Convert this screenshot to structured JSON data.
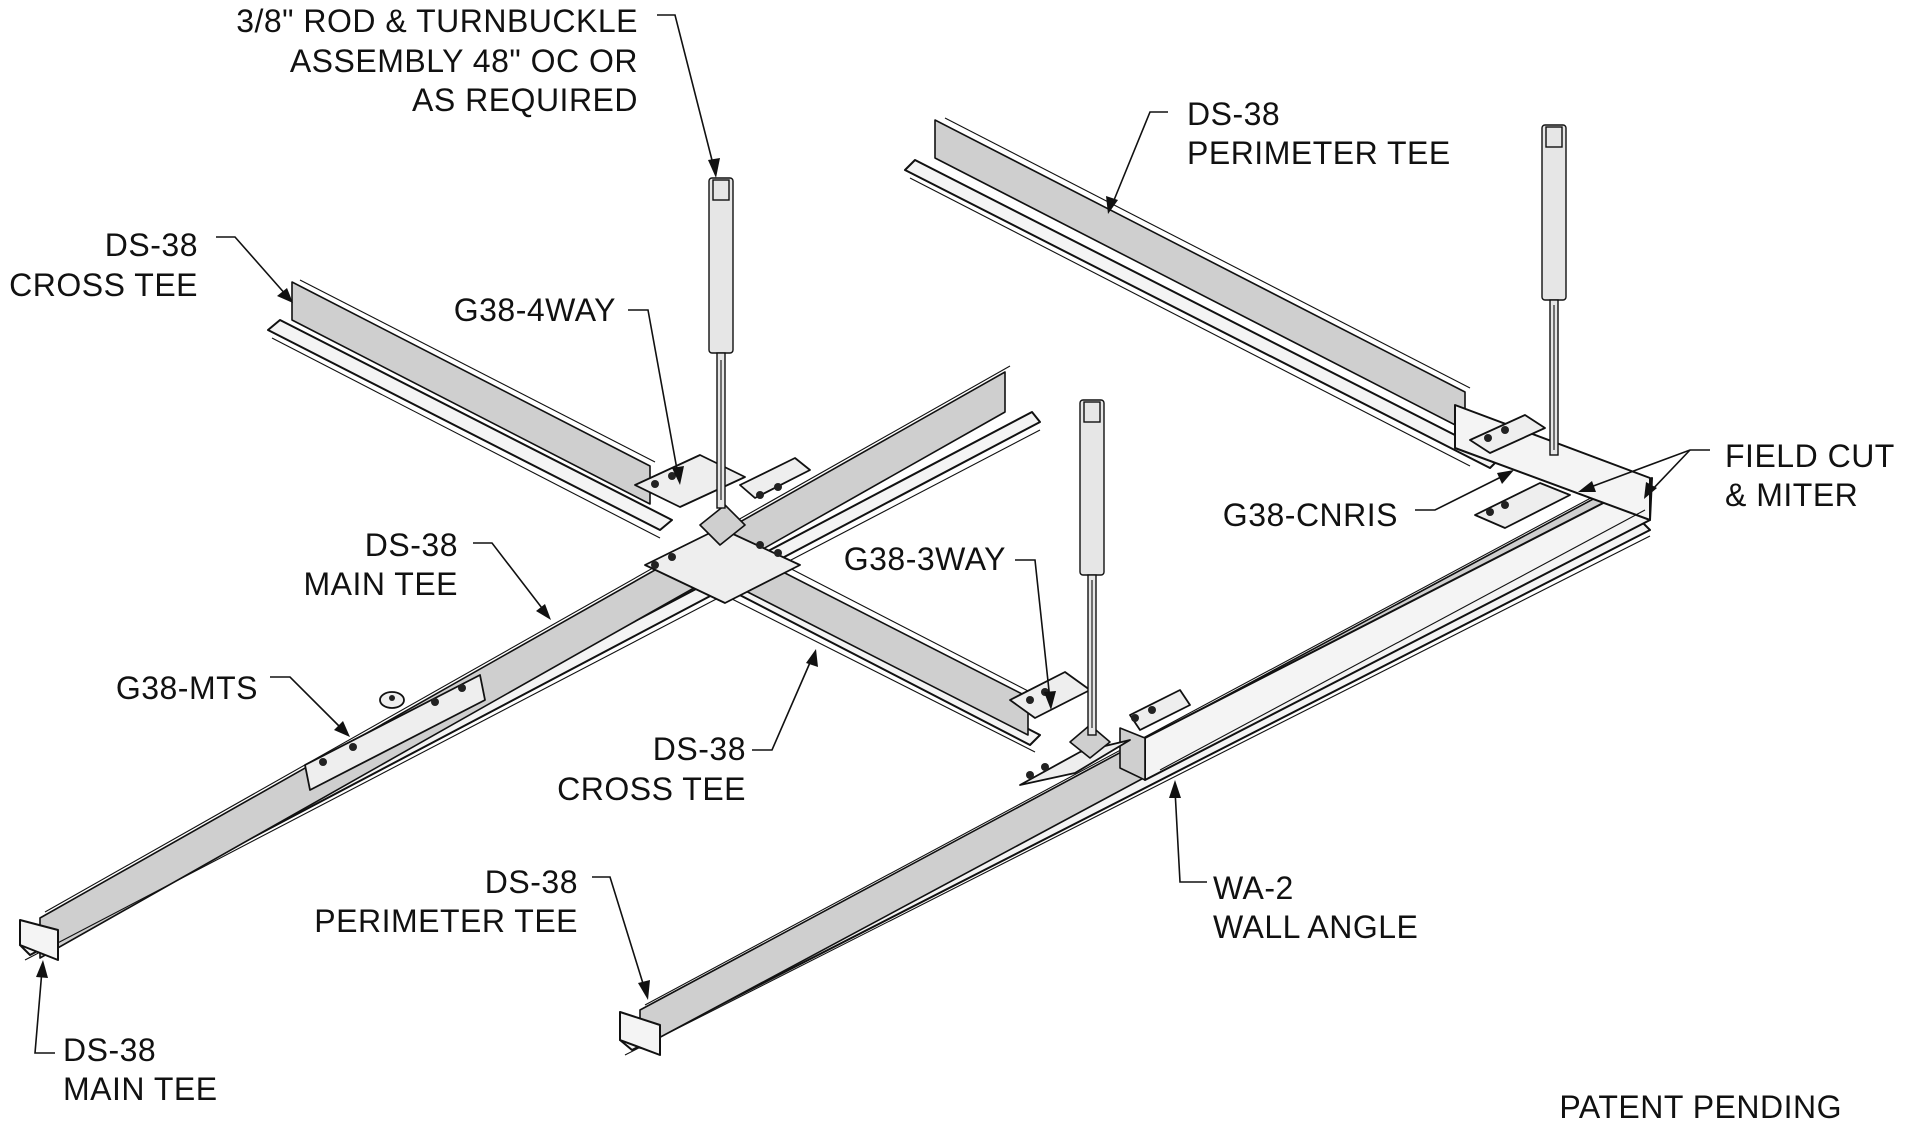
{
  "labels": {
    "rod_assembly": [
      "3/8\" ROD & TURNBUCKLE",
      "ASSEMBLY 48\" OC OR",
      "AS REQUIRED"
    ],
    "perimeter_tee_top": [
      "DS-38",
      "PERIMETER TEE"
    ],
    "cross_tee_left": [
      "DS-38",
      "CROSS TEE"
    ],
    "g38_4way": "G38-4WAY",
    "field_cut": [
      "FIELD CUT",
      "& MITER"
    ],
    "g38_cnris": "G38-CNRIS",
    "main_tee_mid": [
      "DS-38",
      "MAIN TEE"
    ],
    "g38_3way": "G38-3WAY",
    "g38_mts": "G38-MTS",
    "cross_tee_mid": [
      "DS-38",
      "CROSS TEE"
    ],
    "perimeter_tee_bottom": [
      "DS-38",
      "PERIMETER TEE"
    ],
    "wall_angle": [
      "WA-2",
      "WALL ANGLE"
    ],
    "main_tee_bottom": [
      "DS-38",
      "MAIN TEE"
    ],
    "patent": "PATENT PENDING"
  },
  "colors": {
    "line": "#111111",
    "face": "#f4f4f4",
    "shade": "#cfcfcf"
  }
}
